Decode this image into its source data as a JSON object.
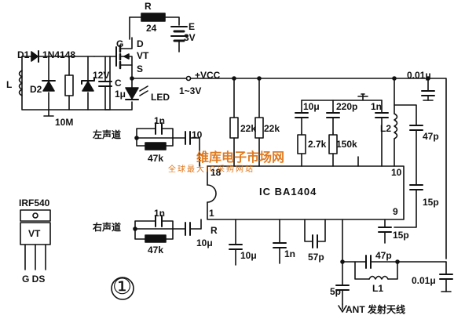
{
  "labels": {
    "r_top": "R",
    "r_top_val": "24",
    "batt_e": "E",
    "batt_v": "3V",
    "g": "G",
    "d": "D",
    "vt": "VT",
    "s": "S",
    "d1": "D1",
    "d1_part": "1N4148",
    "d2": "D2",
    "l": "L",
    "v12": "12V",
    "c": "C",
    "c_val": "1μ",
    "res_10m": "10M",
    "led": "LED",
    "vcc": "+VCC",
    "vcc_range": "1~3V",
    "left_ch": "左声道",
    "right_ch": "右声道",
    "cap_1n_a": "1n",
    "cap_1n_b": "1n",
    "res_47k_a": "47k",
    "res_47k_b": "47k",
    "cap_10_a": "10",
    "cap_10_b": "10μ",
    "r_right": "R",
    "res_22k_a": "22k",
    "res_22k_b": "22k",
    "cap_10u_top": "10μ",
    "cap_220p": "220p",
    "cap_1n_top": "1n",
    "res_2_7k": "2.7k",
    "res_150k": "150k",
    "l2": "L2",
    "cap_001_top": "0.01μ",
    "cap_47p_right": "47p",
    "cap_15p_a": "15p",
    "cap_15p_b": "15p",
    "ic_name": "IC BA1404",
    "pin18": "18",
    "pin1": "1",
    "pin10": "10",
    "pin9": "9",
    "cap_10u_bot": "10μ",
    "cap_1n_bot": "1n",
    "cap_57p": "57p",
    "cap_47p_bot": "47p",
    "l1": "L1",
    "cap_5p": "5p",
    "cap_001_bot": "0.01μ",
    "ant": "ANT 发射天线",
    "irf": "IRF540",
    "irf_vt": "VT",
    "irf_pins": "G DS",
    "fig_no": "①",
    "wm_title": "维库电子市场网",
    "wm_sub": "全球最大IC采购网站"
  },
  "colors": {
    "ink": "#111111",
    "watermark": "#e07a1f"
  }
}
